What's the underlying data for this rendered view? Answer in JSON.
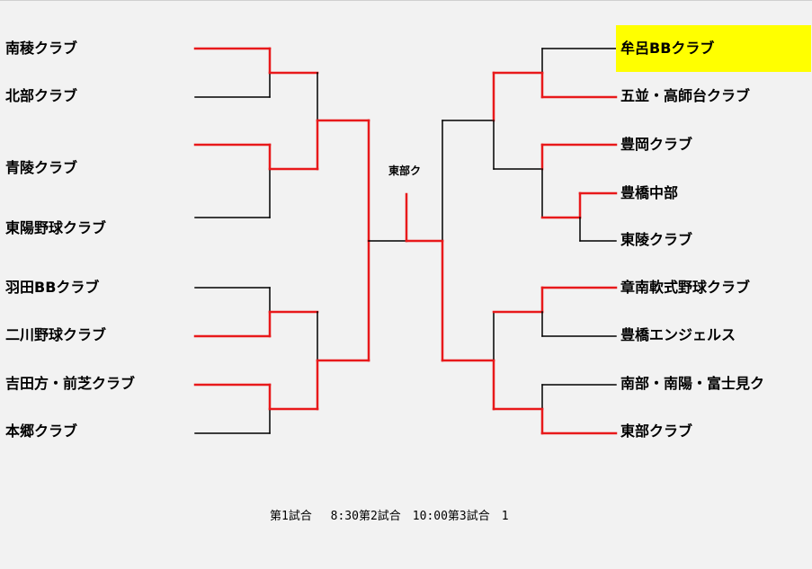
{
  "left_teams": [
    "南稜クラブ",
    "北部クラブ",
    "青陵クラブ",
    "東陽野球クラブ",
    "羽田BBクラブ",
    "二川野球クラブ",
    "吉田方・前芝クラブ",
    "本郷クラブ"
  ],
  "right_teams": [
    "牟呂BBクラブ",
    "五並・高師台クラブ",
    "豊岡クラブ",
    "豊橋中部",
    "東陵クラブ",
    "章南軟式野球クラブ",
    "豊橋エンジェルス",
    "南部・南陽・富士見ク",
    "東部クラブ"
  ],
  "winner": "東部ク",
  "schedule": "第1試合　 8:30第2試合　10:00第3試合　1",
  "colors": {
    "win_line": "#e8191b",
    "line": "#000000",
    "highlight": "#ffff00",
    "background": "#f2f2f2"
  },
  "highlighted_team": "牟呂BBクラブ"
}
